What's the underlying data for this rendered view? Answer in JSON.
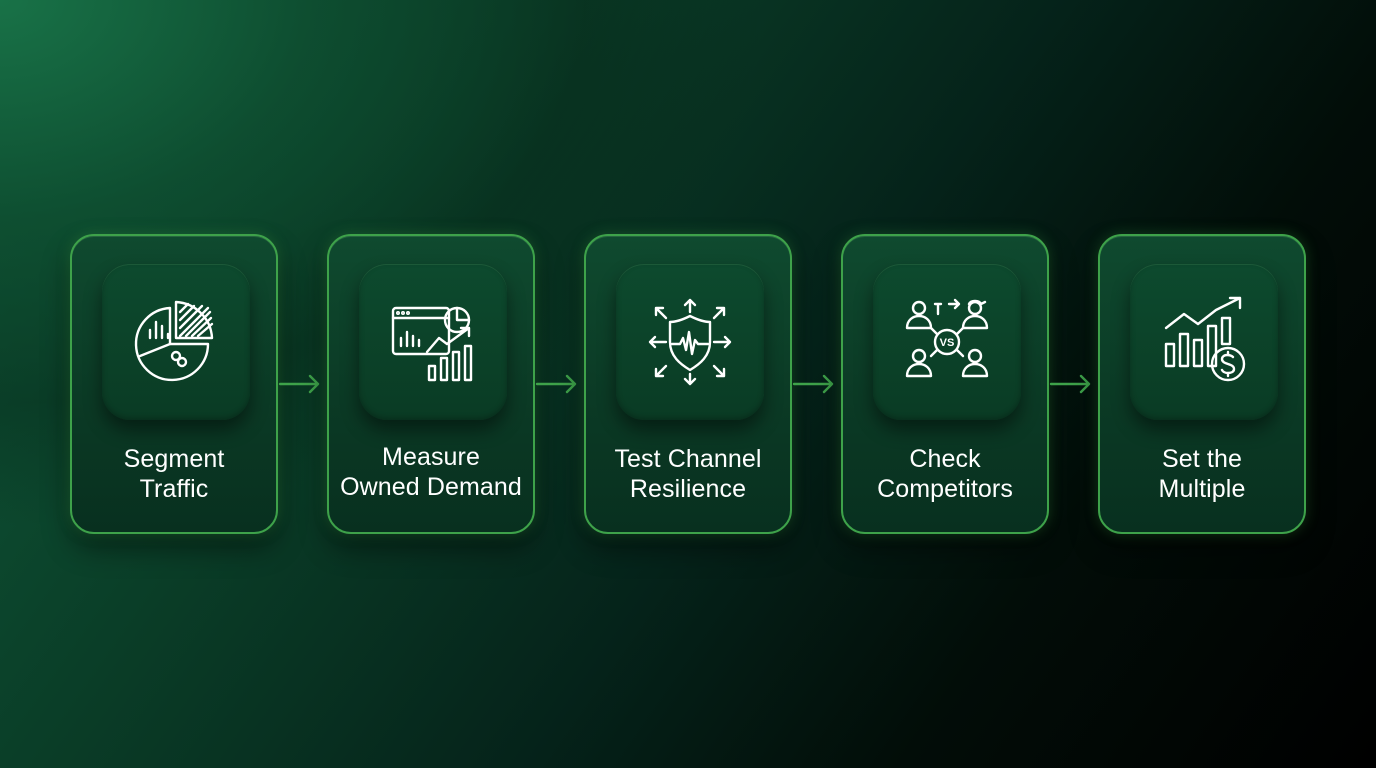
{
  "accent_color": "#3ea24a",
  "steps": [
    {
      "icon": "pie-chart-icon",
      "label_lines": [
        "Segment",
        "Traffic"
      ]
    },
    {
      "icon": "analytics-dashboard-icon",
      "label_lines": [
        "Measure",
        "Owned Demand"
      ]
    },
    {
      "icon": "shield-resilience-icon",
      "label_lines": [
        "Test Channel",
        "Resilience"
      ]
    },
    {
      "icon": "competitors-vs-icon",
      "label_lines": [
        "Check",
        "Competitors"
      ]
    },
    {
      "icon": "growth-dollar-icon",
      "label_lines": [
        "Set the",
        "Multiple"
      ]
    }
  ]
}
